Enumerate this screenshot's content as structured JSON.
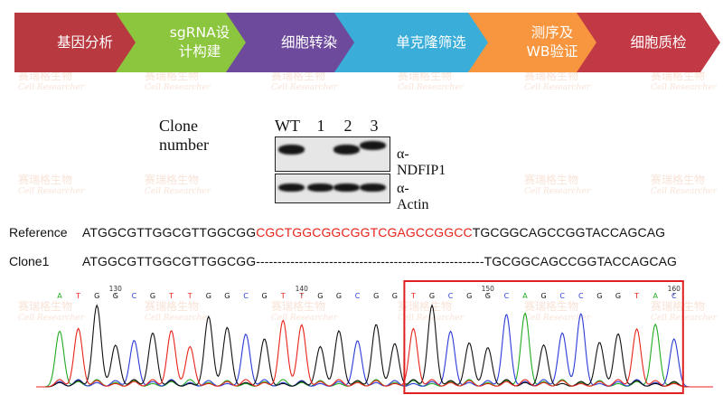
{
  "workflow": {
    "steps": [
      {
        "label": "基因分析",
        "color": "#b83a40"
      },
      {
        "label": "sgRNA设\n计构建",
        "color": "#8cc63f"
      },
      {
        "label": "细胞转染",
        "color": "#6d4a9c"
      },
      {
        "label": "单克隆筛选",
        "color": "#3aaed8"
      },
      {
        "label": "测序及\nWB验证",
        "color": "#f7963e"
      },
      {
        "label": "细胞质检",
        "color": "#c03945"
      }
    ]
  },
  "watermark": {
    "chinese": "赛瑞格生物",
    "english": "Cell Researcher"
  },
  "western_blot": {
    "clone_number_label": "Clone number",
    "lanes": [
      "WT",
      "1",
      "2",
      "3"
    ],
    "proteins": [
      {
        "label": "α-NDFIP1",
        "band_present": [
          true,
          false,
          true,
          true
        ]
      },
      {
        "label": "α-Actin",
        "band_present": [
          true,
          true,
          true,
          true
        ]
      }
    ]
  },
  "sequences": {
    "reference": {
      "name": "Reference",
      "prefix": "ATGGCGTTGGCGTTGGCGG",
      "deleted": "CGCTGGCGGCGGTCGAGCCGGCC",
      "suffix": "TGCGGCAGCCGGTACCAGCAG"
    },
    "clone": {
      "name": "Clone1",
      "prefix": "ATGGCGTTGGCGTTGGCGG",
      "gap": "-----------------------------------------------------",
      "suffix": "TGCGGCAGCCGGTACCAGCAG"
    },
    "deletion_color": "#e8231b"
  },
  "chromatogram": {
    "bases": "ATGGCGTTGGCGTTGGCGGTGCGGCAGCCGGTAC",
    "position_labels": [
      {
        "label": "130",
        "base_index": 3
      },
      {
        "label": "140",
        "base_index": 13
      },
      {
        "label": "150",
        "base_index": 23
      },
      {
        "label": "160",
        "base_index": 33
      }
    ],
    "base_colors": {
      "A": "#22aa22",
      "C": "#2b3bd6",
      "G": "#111111",
      "T": "#e8231b"
    },
    "highlight": {
      "start_base_index": 19,
      "end_base_index": 33,
      "color": "#e02020"
    }
  }
}
